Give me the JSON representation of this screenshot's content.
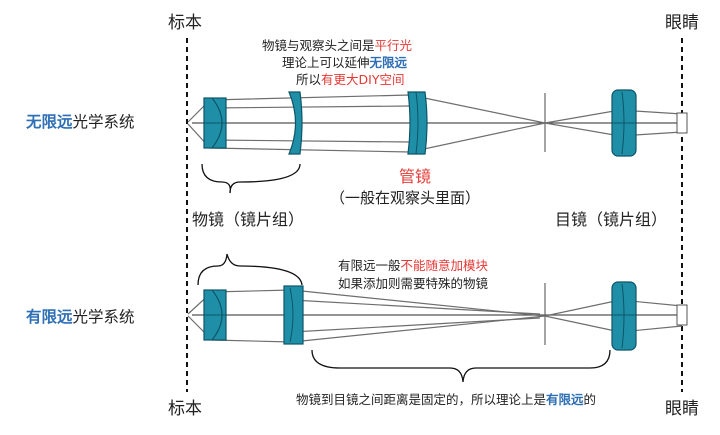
{
  "labels": {
    "specimen_top": "标本",
    "specimen_bottom": "标本",
    "eye_top": "眼睛",
    "eye_bottom": "眼睛"
  },
  "infinity_system": {
    "title_highlight": "无限远",
    "title_rest": "光学系统",
    "note_line1_prefix": "物镜与观察头之间是",
    "note_line1_highlight": "平行光",
    "note_line2_prefix": "理论上可以延伸",
    "note_line2_highlight": "无限远",
    "note_line3_prefix": "所以",
    "note_line3_highlight": "有更大DIY空间",
    "tube_lens_label": "管镜",
    "tube_lens_sub": "（一般在观察头里面）",
    "objective_label": "物镜（镜片组）",
    "eyepiece_label": "目镜（镜片组）"
  },
  "finite_system": {
    "title_highlight": "有限远",
    "title_rest": "光学系统",
    "note_line1_prefix": "有限远一般",
    "note_line1_highlight": "不能随意加模块",
    "note_line2": "如果添加则需要特殊的物镜",
    "bottom_prefix": "物镜到目镜之间距离是固定的，所以理论上是",
    "bottom_highlight": "有限远",
    "bottom_suffix": "的"
  },
  "colors": {
    "blue_highlight": "#2f6fb5",
    "red_highlight": "#e53935",
    "lens_fill": "#1f8fa8",
    "lens_stroke": "#0d5568",
    "ray": "#666666"
  }
}
